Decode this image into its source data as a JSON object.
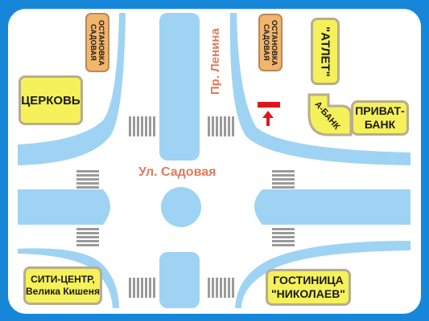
{
  "colors": {
    "frame": "#1687d8",
    "road": "#ffffff",
    "block": "#9fd3f3",
    "label_fill": "#f5f15a",
    "stop_fill": "#f2b56c",
    "street_text": "#e07a5c",
    "sign": "#e0161b"
  },
  "streets": {
    "horizontal": "Ул. Садовая",
    "vertical": "Пр. Ленина"
  },
  "bus_stops": {
    "left": "ОСТАНОВКА САДОВАЯ",
    "right": "ОСТАНОВКА САДОВАЯ"
  },
  "landmarks": {
    "church": "ЦЕРКОВЬ",
    "atlet": "\"АТЛЕТ\"",
    "a_bank": "А-БАНК",
    "privat_line1": "ПРИВАТ-",
    "privat_line2": "БАНК",
    "city_line1": "СИТИ-ЦЕНТР,",
    "city_line2": "Велика Кишеня",
    "hotel_line1": "ГОСТИНИЦА",
    "hotel_line2": "\"НИКОЛАЕВ\""
  },
  "icons": {
    "direction": "arrow-up-icon",
    "no_entry": "no-entry-sign-icon"
  }
}
